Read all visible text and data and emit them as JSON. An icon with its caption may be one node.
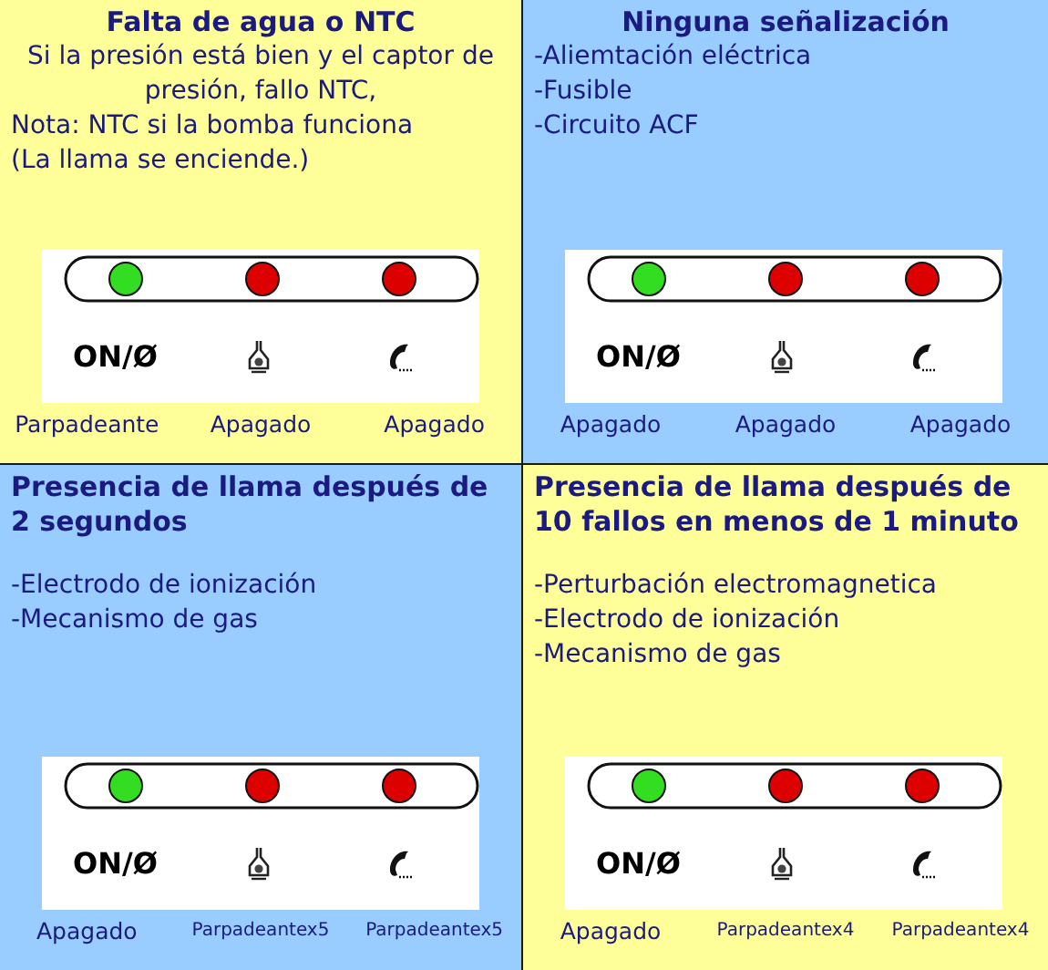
{
  "diagram": {
    "nodes": [
      {
        "text": [
          "Falta de agua o NTC",
          "Si la presión está bien y el captor de presión, fallo NTC,",
          "Nota: NTC si la bomba funciona",
          "(La llama se enciende.)"
        ]
      },
      {
        "text": [
          "Ninguna señalización",
          "-Aliemtación eléctrica",
          "-Fusible",
          "-Circuito ACF"
        ]
      },
      {
        "text": [
          "Presencia de llama después de 2 segundos",
          "-Electrodo de ionización",
          "-Mecanismo de gas"
        ]
      },
      {
        "text": [
          "Presencia de llama después de 10 fallos en menos de 1 minuto",
          "-Perturbación electromagnetica",
          "-Electrodo de ionización",
          "-Mecanismo de gas"
        ]
      }
    ],
    "labels": [
      "ON/Ø",
      "Parpadeante",
      "Apagado",
      "Apagado",
      "ON/Ø",
      "Apagado",
      "Apagado",
      "Apagado",
      "ON/Ø",
      "Apagado",
      "Parpadeantex5",
      "Parpadeantex5",
      "ON/Ø",
      "Apagado",
      "Parpadeantex4",
      "Parpadeantex4"
    ]
  }
}
